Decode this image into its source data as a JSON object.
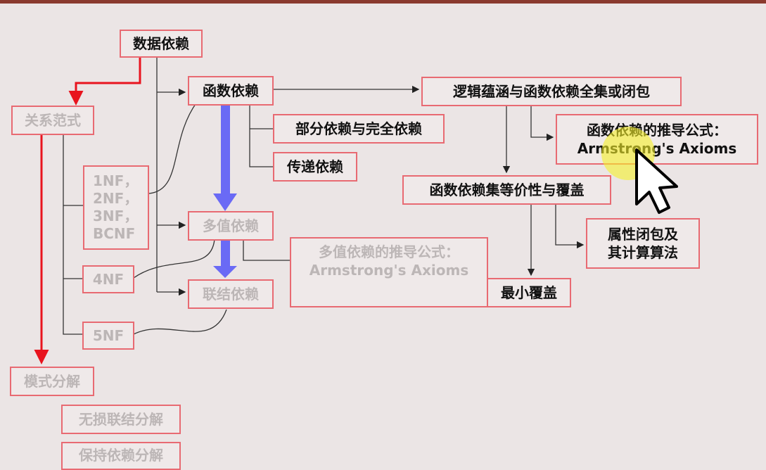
{
  "nodes": {
    "data_dependency": "数据依赖",
    "relational_normal_forms": "关系范式",
    "functional_dependency": "函数依赖",
    "partial_full": "部分依赖与完全依赖",
    "transitive": "传递依赖",
    "nf_list": [
      "1NF，",
      "2NF，",
      "3NF，",
      "BCNF"
    ],
    "multivalued": "多值依赖",
    "mvd_axioms": [
      "多值依赖的推导公式：",
      "Armstrong's Axioms"
    ],
    "nf4": "4NF",
    "join_dependency": "联结依赖",
    "nf5": "5NF",
    "schema_decomposition": "模式分解",
    "lossless_join": "无损联结分解",
    "dependency_preserving": "保持依赖分解",
    "logical_implication": "逻辑蕴涵与函数依赖全集或闭包",
    "fd_axioms": [
      "函数依赖的推导公式：",
      "Armstrong's Axioms"
    ],
    "equivalence_cover": "函数依赖集等价性与覆盖",
    "attribute_closure": [
      "属性闭包及",
      "其计算算法"
    ],
    "minimal_cover": "最小覆盖"
  },
  "colors": {
    "active_text": "#111111",
    "dim_text": "#bcb6b6",
    "border": "#e86a72",
    "red_arrow": "#e8141e",
    "blue_arrow": "#6a6af5",
    "highlight": "#f5f02a"
  }
}
